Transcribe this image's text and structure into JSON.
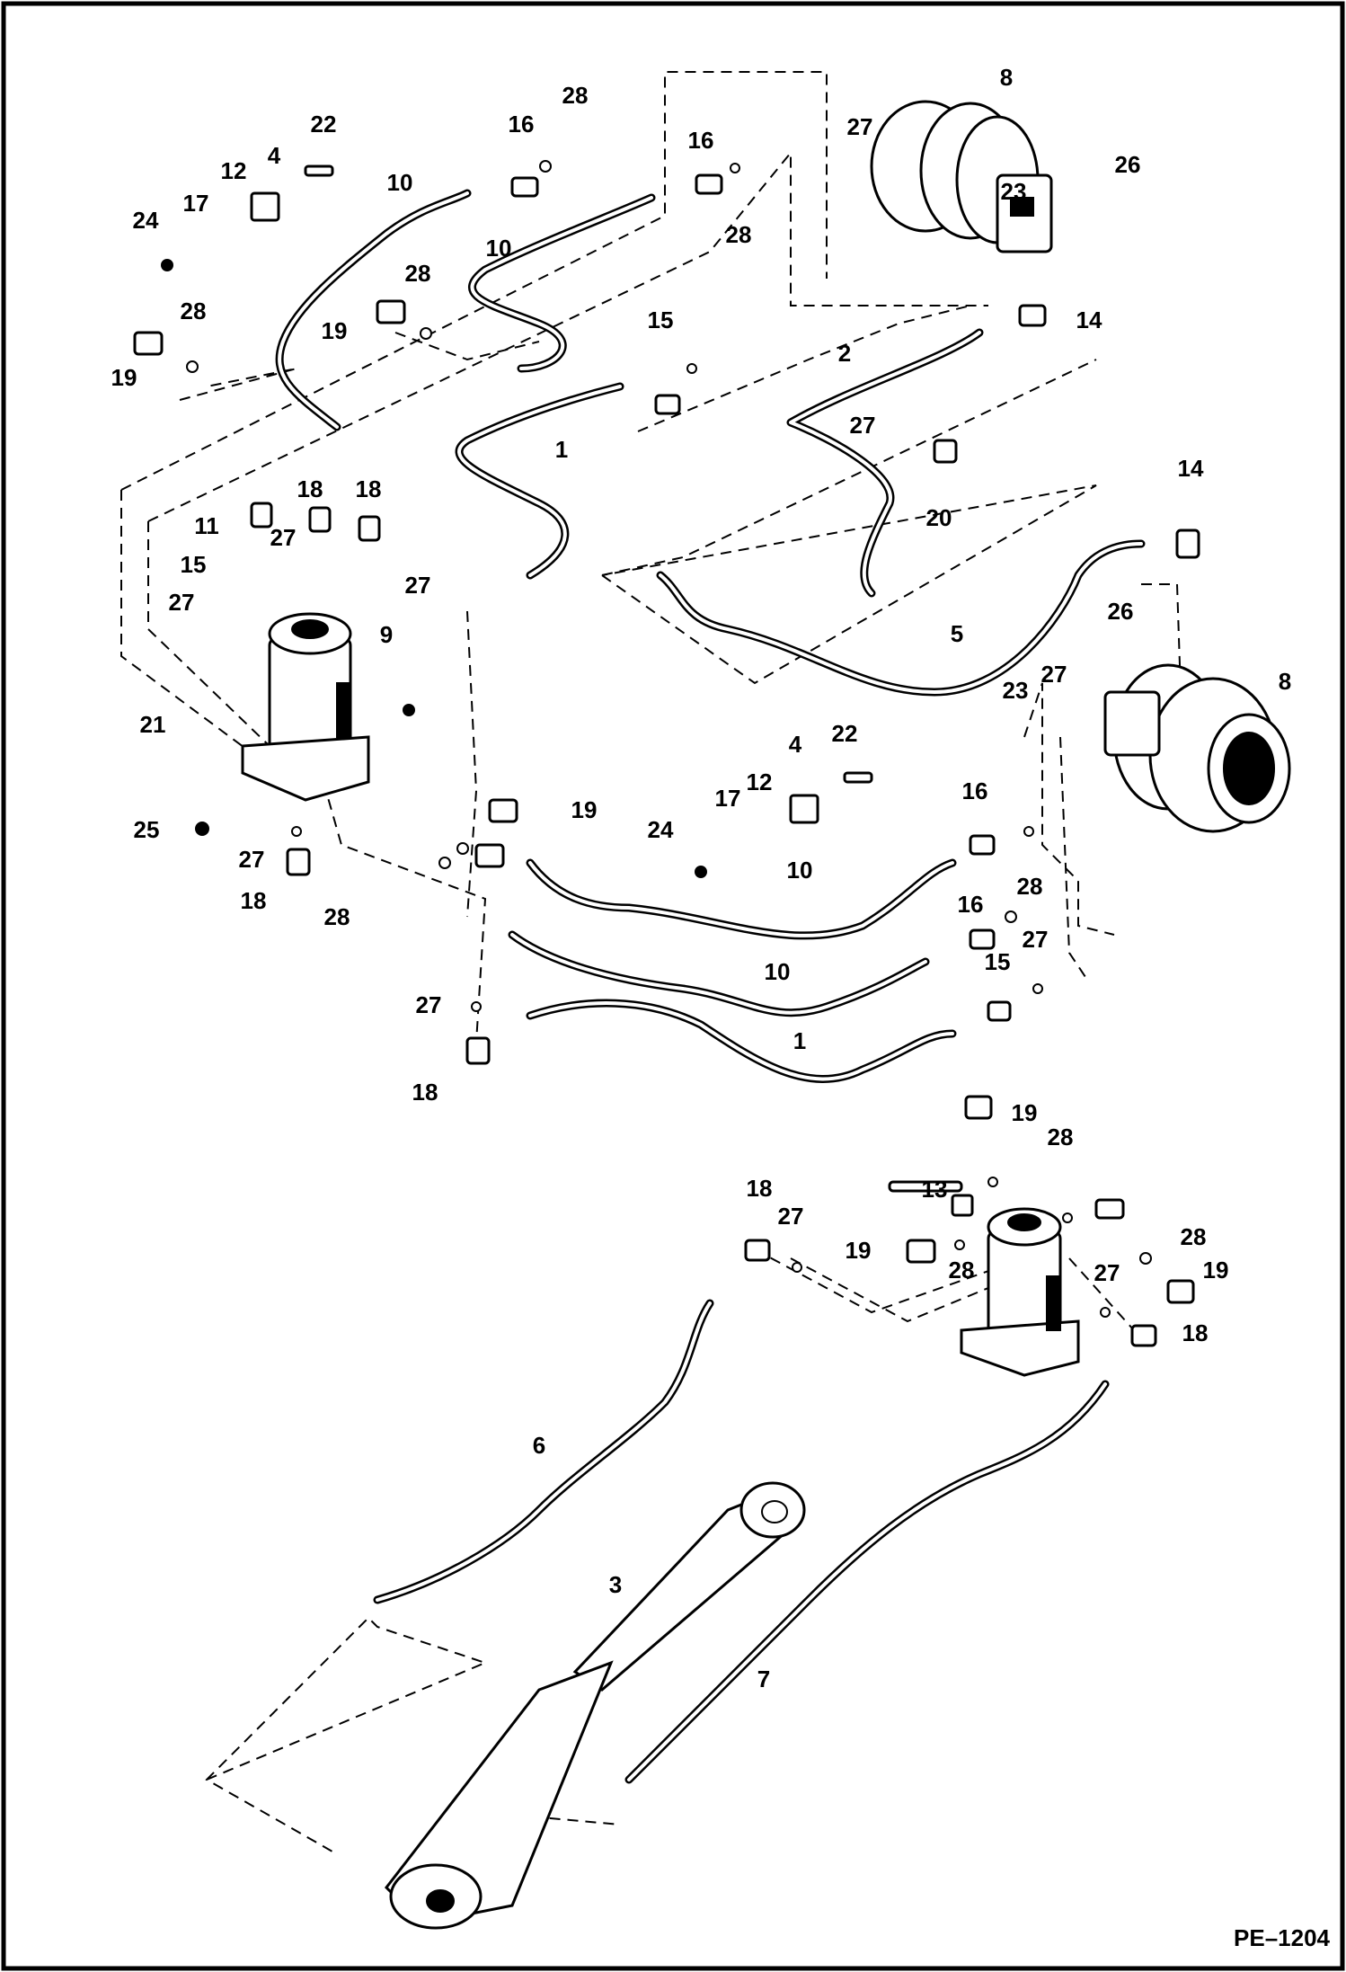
{
  "diagram": {
    "page_code": "PE–1204",
    "callouts": [
      "1",
      "1",
      "2",
      "3",
      "4",
      "4",
      "5",
      "6",
      "7",
      "8",
      "8",
      "9",
      "10",
      "10",
      "10",
      "10",
      "11",
      "12",
      "12",
      "13",
      "14",
      "14",
      "15",
      "15",
      "15",
      "16",
      "16",
      "16",
      "16",
      "17",
      "17",
      "18",
      "18",
      "18",
      "18",
      "18",
      "18",
      "19",
      "19",
      "19",
      "19",
      "19",
      "19",
      "20",
      "21",
      "22",
      "22",
      "23",
      "23",
      "24",
      "24",
      "25",
      "26",
      "26",
      "27",
      "27",
      "27",
      "27",
      "27",
      "27",
      "27",
      "27",
      "27",
      "27",
      "27",
      "28",
      "28",
      "28",
      "28",
      "28",
      "28",
      "28",
      "28",
      "28"
    ]
  }
}
